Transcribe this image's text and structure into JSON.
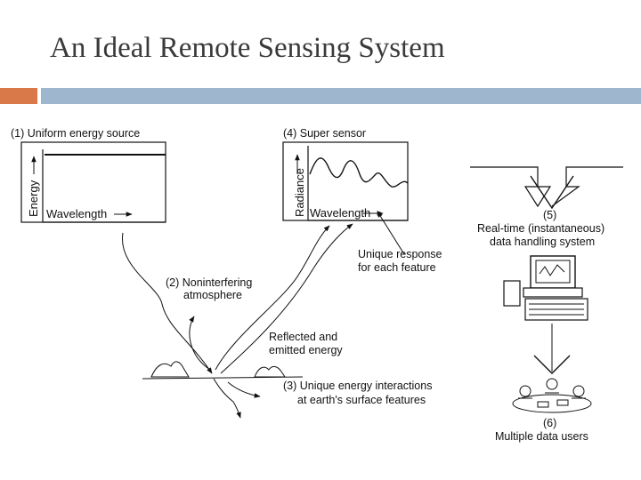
{
  "title": "An Ideal Remote Sensing System",
  "colors": {
    "accent_bar": "#d9794a",
    "title_bar": "#9fb6cf",
    "title_text": "#3a3a3a",
    "ink": "#111111"
  },
  "diagram": {
    "source": {
      "label": "(1) Uniform energy source",
      "y_axis": "Energy",
      "x_axis": "Wavelength"
    },
    "sensor": {
      "label": "(4) Super sensor",
      "y_axis": "Radiance",
      "x_axis": "Wavelength"
    },
    "atmosphere": {
      "line1": "(2) Noninterfering",
      "line2": "atmosphere"
    },
    "unique_response": {
      "line1": "Unique response",
      "line2": "for each feature"
    },
    "reflected": {
      "line1": "Reflected and",
      "line2": "emitted energy"
    },
    "interactions": {
      "line1": "(3) Unique energy interactions",
      "line2": "at earth's surface features"
    },
    "handling": {
      "number": "(5)",
      "line1": "Real-time (instantaneous)",
      "line2": "data handling system"
    },
    "users": {
      "number": "(6)",
      "label": "Multiple data users"
    }
  }
}
